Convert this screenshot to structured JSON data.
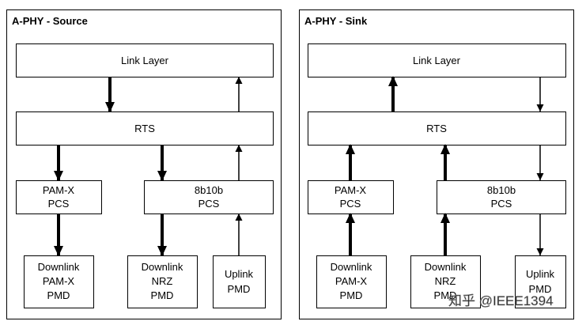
{
  "colors": {
    "line": "#000000",
    "box_fill": "#ffffff",
    "watermark": "#ffffff"
  },
  "source": {
    "title": "A-PHY - Source",
    "link_layer": "Link Layer",
    "rts": "RTS",
    "pcs_pam": [
      "PAM-X",
      "PCS"
    ],
    "pcs_8b10b": [
      "8b10b",
      "PCS"
    ],
    "pmd_downlink_pam": [
      "Downlink",
      "PAM-X",
      "PMD"
    ],
    "pmd_downlink_nrz": [
      "Downlink",
      "NRZ",
      "PMD"
    ],
    "pmd_uplink": [
      "Uplink",
      "PMD"
    ]
  },
  "sink": {
    "title": "A-PHY - Sink",
    "link_layer": "Link Layer",
    "rts": "RTS",
    "pcs_pam": [
      "PAM-X",
      "PCS"
    ],
    "pcs_8b10b": [
      "8b10b",
      "PCS"
    ],
    "pmd_downlink_pam": [
      "Downlink",
      "PAM-X",
      "PMD"
    ],
    "pmd_downlink_nrz": [
      "Downlink",
      "NRZ",
      "PMD"
    ],
    "pmd_uplink": [
      "Uplink",
      "PMD"
    ]
  },
  "watermark": "知乎 @IEEE1394"
}
